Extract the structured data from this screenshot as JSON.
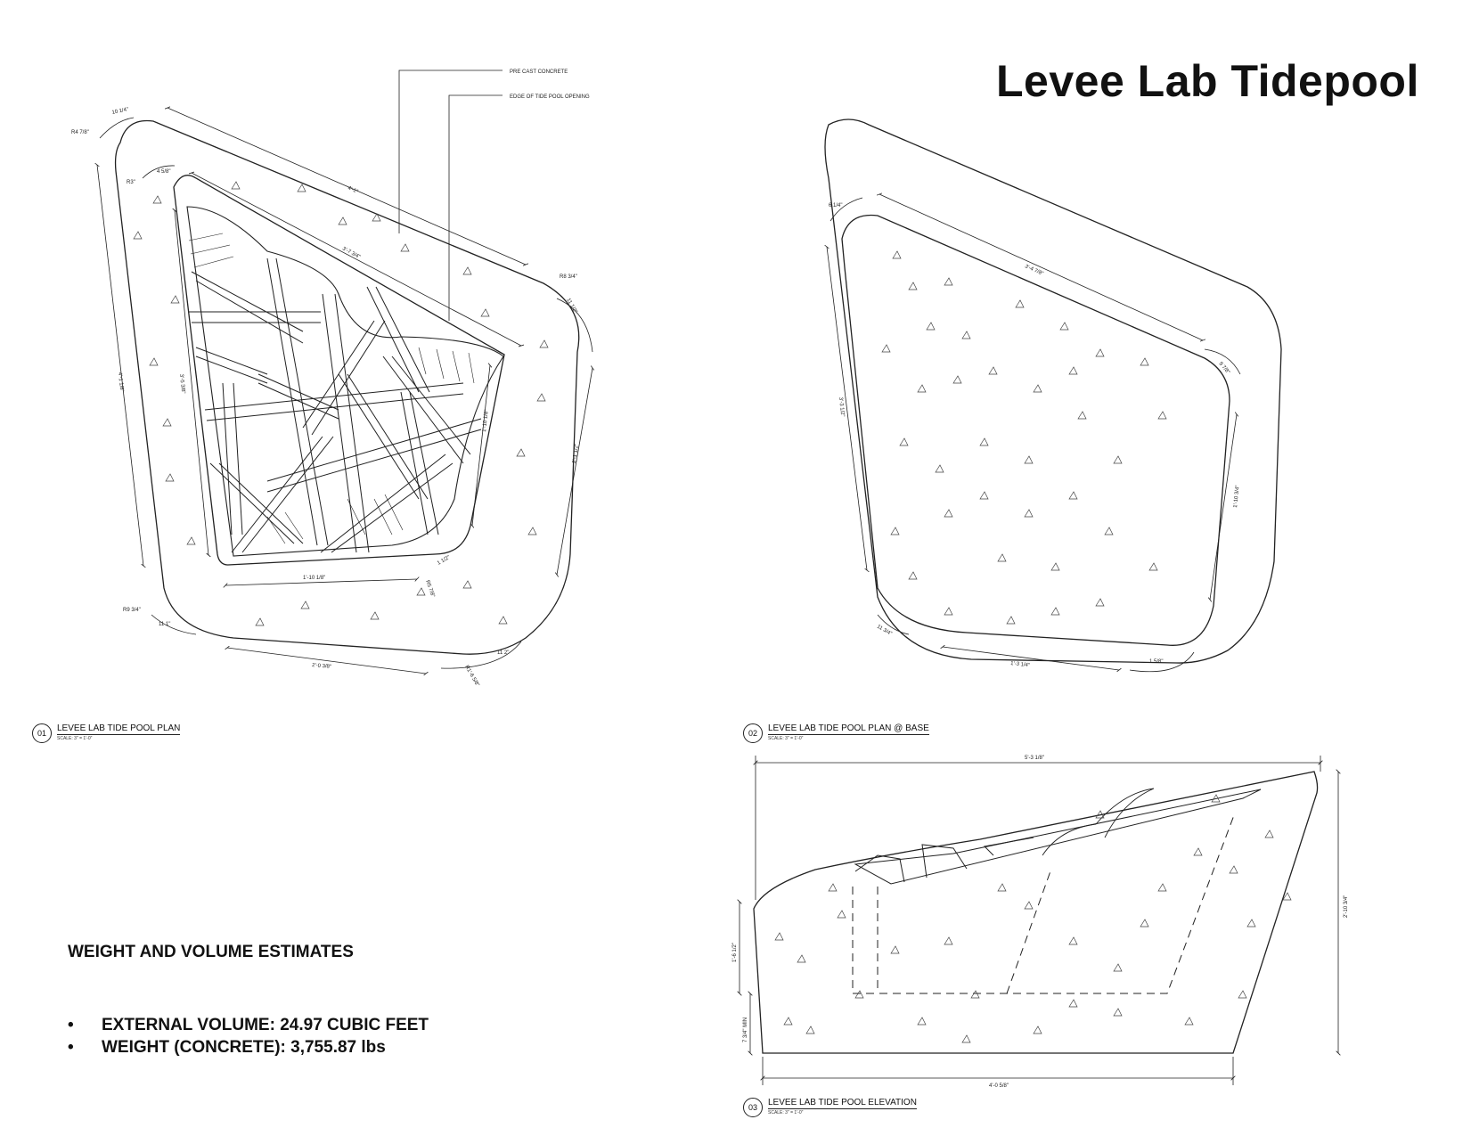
{
  "title": "Levee Lab Tidepool",
  "callouts": {
    "precast": "PRE CAST CONCRETE",
    "edge": "EDGE OF TIDE POOL OPENING"
  },
  "plan01": {
    "number": "01",
    "title": "LEVEE LAB TIDE POOL PLAN",
    "scale": "SCALE: 3\" = 1'-0\"",
    "dims": {
      "r_top_left": "R4 7/8\"",
      "top_small": "10 1/4\"",
      "r_inner": "R3\"",
      "inner_small": "4 5/8\"",
      "top_outer": "4'-1\"",
      "top_inner": "3'-7 3/4\"",
      "r_right": "R8 3/4\"",
      "right_small": "11 1/2\"",
      "left_outer": "4'-1 1/8\"",
      "left_inner": "3'-5 3/8\"",
      "right_inner": "1'-10 1/8\"",
      "right_outer": "2'-1 1/2\"",
      "bottom_inner": "1'-10 1/8\"",
      "small_br": "1 1/2\"",
      "r_br_inner": "R5 7/8\"",
      "r_bl": "R9 3/4\"",
      "bl_small": "11 1\"",
      "bottom_outer": "2'-0 3/8\"",
      "br_small": "11 2\"",
      "r_br_outer": "R1'-6 5/8\""
    }
  },
  "plan02": {
    "number": "02",
    "title": "LEVEE LAB TIDE POOL PLAN @ BASE",
    "scale": "SCALE: 3\" = 1'-0\"",
    "dims": {
      "top_small": "6 1/4\"",
      "top": "3'-4 7/8\"",
      "right_small": "9 7/8\"",
      "left": "3'-3 1/2\"",
      "right": "1'-10 3/4\"",
      "bottom_left_small": "11 3/4\"",
      "bottom": "1'-3 1/4\"",
      "bottom_right_small": "1 5/8\""
    }
  },
  "elev03": {
    "number": "03",
    "title": "LEVEE LAB TIDE POOL ELEVATION",
    "scale": "SCALE: 3\" = 1'-0\"",
    "dims": {
      "top": "5'-3 1/8\"",
      "right": "2'-10 3/4\"",
      "left_upper": "1'-6 1/2\"",
      "left_lower": "7 3/4\" MIN",
      "bottom": "4'-0 5/8\""
    }
  },
  "estimates": {
    "heading": "WEIGHT AND VOLUME ESTIMATES",
    "items": [
      "EXTERNAL VOLUME: 24.97 CUBIC FEET",
      "WEIGHT (CONCRETE): 3,755.87  lbs"
    ]
  }
}
